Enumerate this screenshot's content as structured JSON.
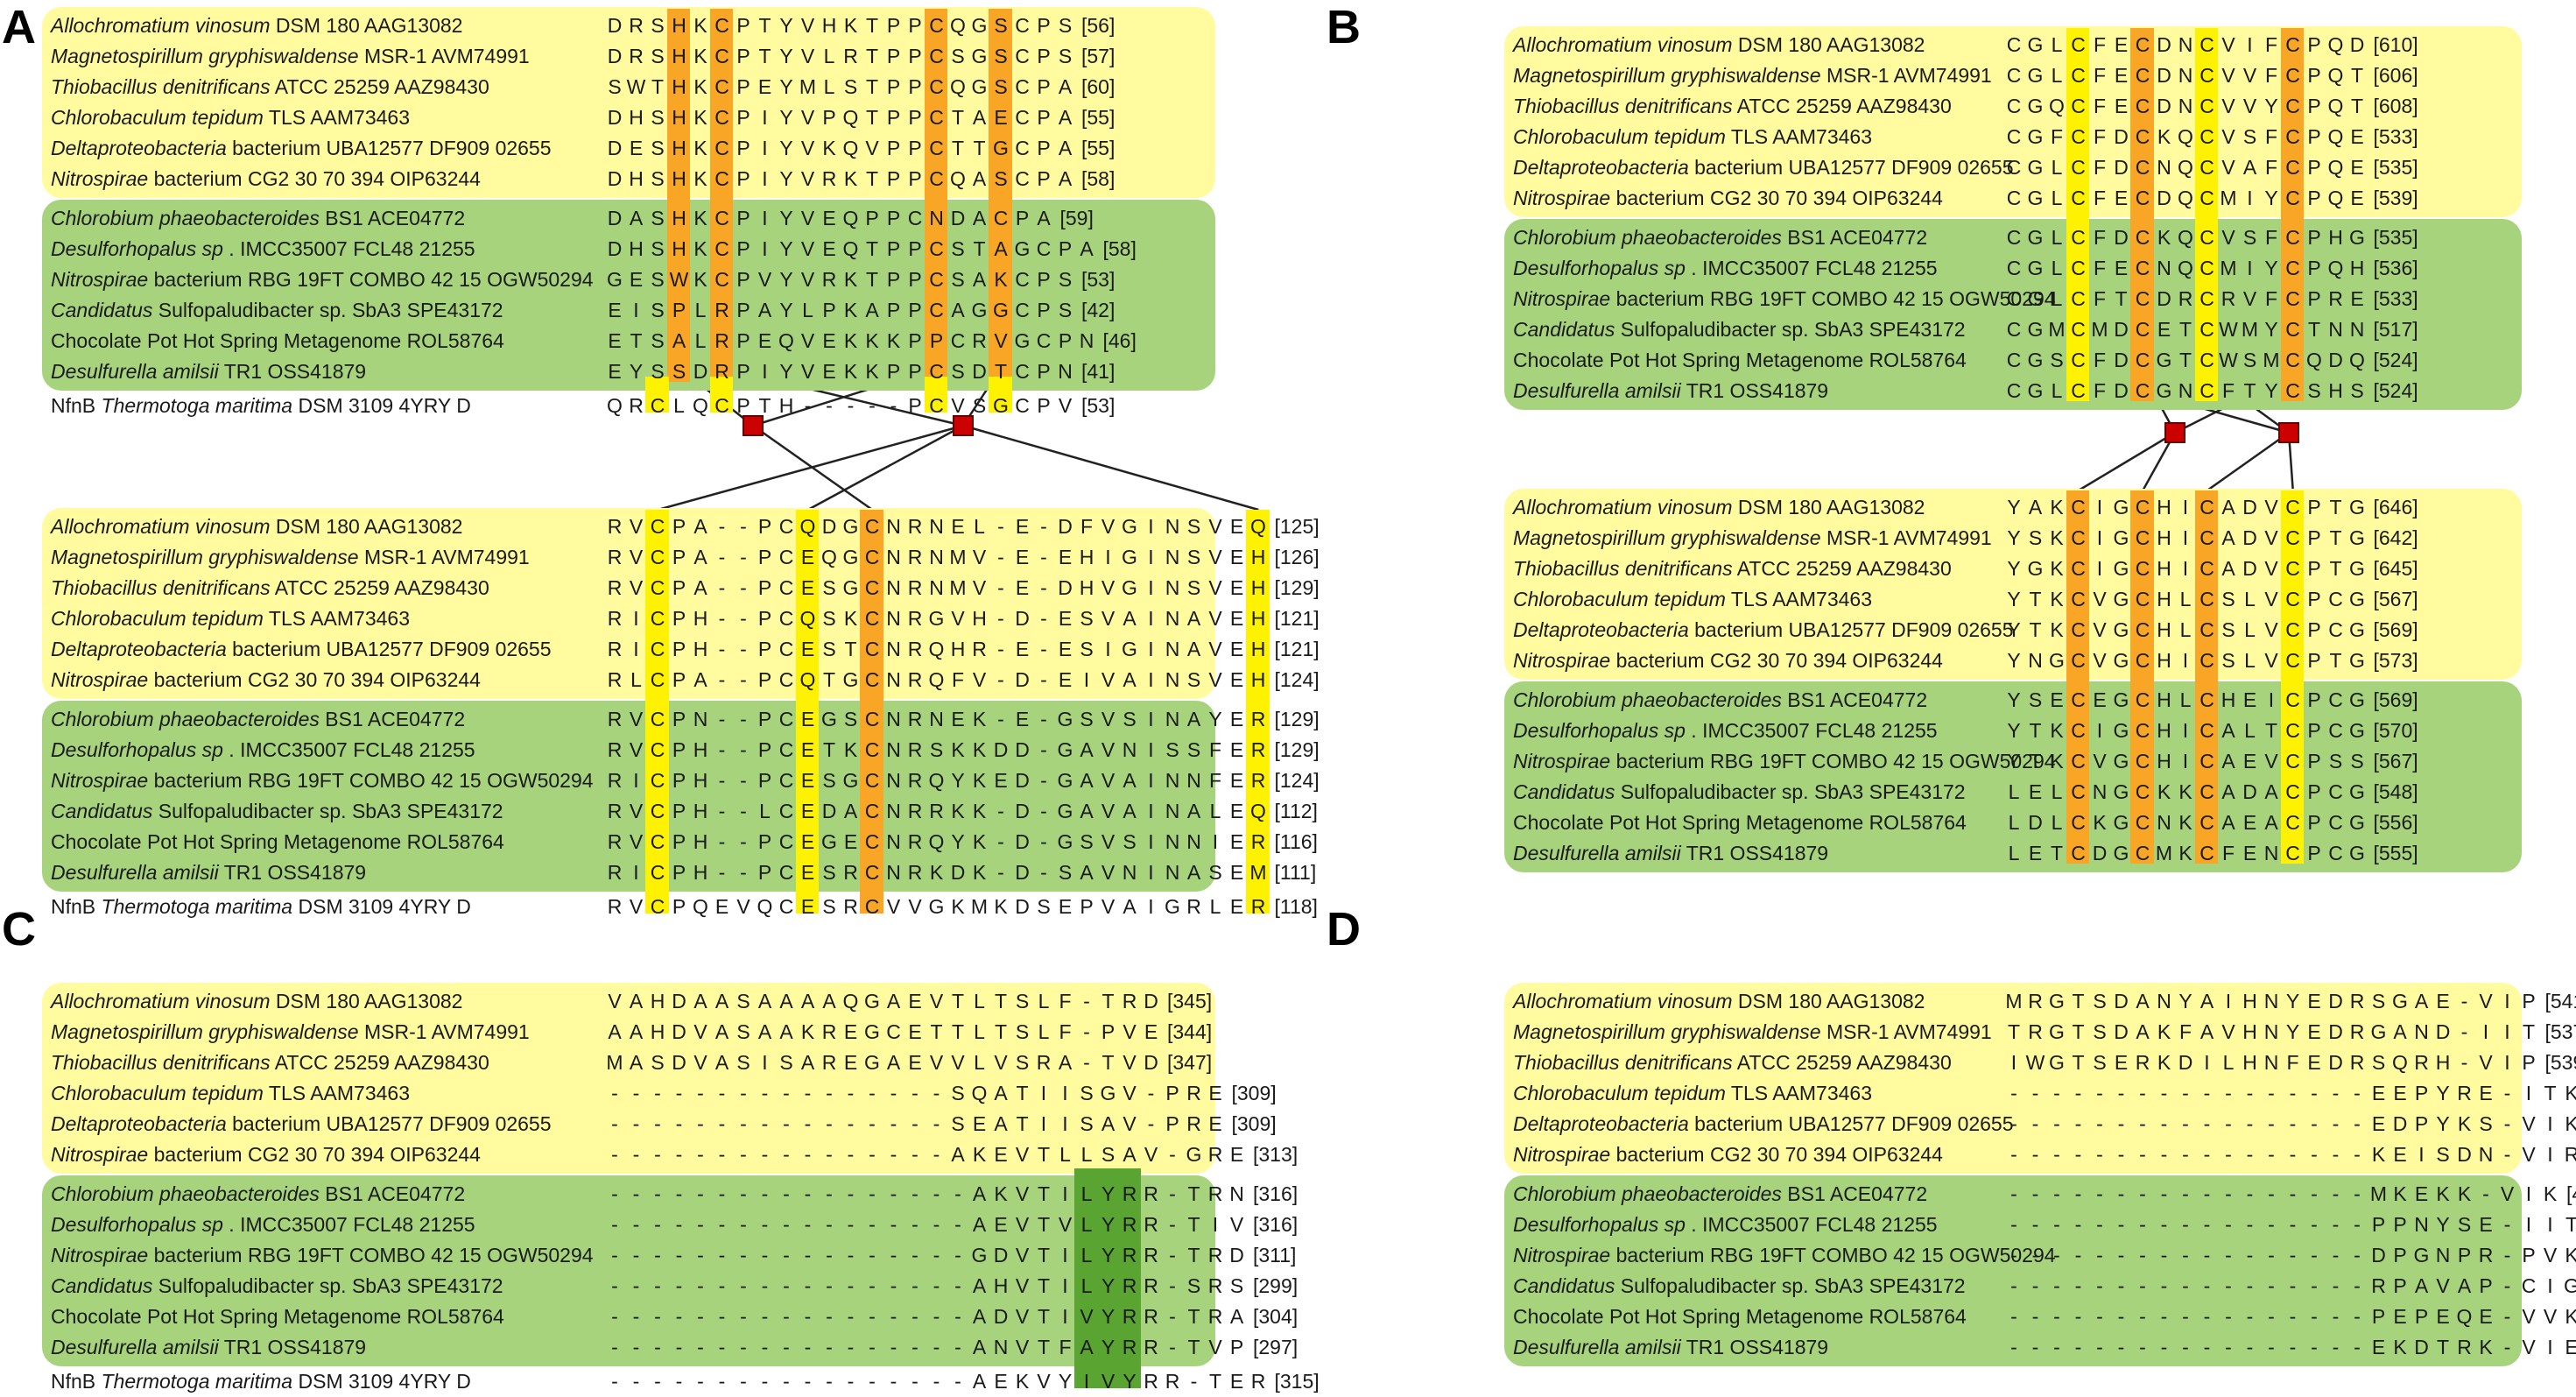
{
  "species_rows": [
    {
      "italic": "Allochromatium vinosum",
      "rest": "DSM 180 AAG13082"
    },
    {
      "italic": "Magnetospirillum gryphiswaldense",
      "rest": "MSR-1 AVM74991"
    },
    {
      "italic": "Thiobacillus denitrificans",
      "rest": "ATCC 25259 AAZ98430"
    },
    {
      "italic": "Chlorobaculum tepidum",
      "rest": "TLS AAM73463"
    },
    {
      "italic": "Deltaproteobacteria",
      "rest": "bacterium UBA12577 DF909 02655"
    },
    {
      "italic": "Nitrospirae",
      "rest": "bacterium CG2 30 70 394 OIP63244"
    },
    {
      "italic": "Chlorobium phaeobacteroides",
      "rest": "BS1 ACE04772"
    },
    {
      "italic": "Desulforhopalus sp",
      "rest": ". IMCC35007 FCL48 21255"
    },
    {
      "italic": "Nitrospirae",
      "rest": "bacterium RBG 19FT COMBO 42 15 OGW50294"
    },
    {
      "italic": "Candidatus",
      "rest": "Sulfopaludibacter sp. SbA3 SPE43172"
    },
    {
      "italic": "",
      "rest": "Chocolate Pot Hot Spring Metagenome ROL58764"
    },
    {
      "italic": "Desulfurella amilsii",
      "rest": "TR1 OSS41879"
    },
    {
      "prefix": "NfnB ",
      "italic": "Thermotoga maritima",
      "rest": "DSM 3109 4YRY D"
    }
  ],
  "colors": {
    "yellow_group": "#fffb9e",
    "green_group": "#a7d37c",
    "orange_hl": "#f9a526",
    "yellow_hl": "#fff200",
    "green_hl": "#5aa531",
    "node": "#cc0000"
  },
  "panels": [
    {
      "label": "A",
      "blocks": [
        {
          "seqs": [
            "DRSHKCPTYVHKTPPCQGSCPS",
            "DRSHKCPTYVLRTPPCSGSCPS",
            "SWTHKCPEYMLSTPPCQGSCPA",
            "DHSHKCPIYVPQTPPCTAECPA",
            "DESHKCPIYVKQVPPCTTGCPA",
            "DHSHKCPIYVRKTPPCQASCPA",
            "DASHKCPIYVEQPPCNDACPA",
            "DHSHKCPIYVEQTPPCSTAGCPA",
            "GESWKCPVYVRKTPPCSAKCPS",
            "EISPLRPAYLPKAPPCAGGCPS",
            "ETSALRPEQVEKKKPPCRVGCPN",
            "EYSSDRPIYVEKKPPCSDTCPN",
            "QRCLQCPTH-----PCVSGCPV"
          ],
          "nums": [
            "[56]",
            "[57]",
            "[60]",
            "[55]",
            "[55]",
            "[58]",
            "[59]",
            "[58]",
            "[53]",
            "[42]",
            "[46]",
            "[41]",
            "[53]"
          ]
        },
        {
          "seqs": [
            "RVCPA--PCQDGCNRNEL-E-DFVGINSVEQ",
            "RVCPA--PCEQGCNRNMV-E-EHIGINSVEH",
            "RVCPA--PCESGCNRNMV-E-DHVGINSVEH",
            "RICPH--PCQSKCNRGVH-D-ESVAINAVEH",
            "RICPH--PCESTCNRQHR-E-ESIGINAVEH",
            "RLCPA--PCQTGCNRQFV-D-EIVAINSVEH",
            "RVCPN--PCEGSCNRNEK-E-GSVSINAYER",
            "RVCPH--PCETKCNRSKKDD-GAVNISSFER",
            "RICPH--PCESGCNRQYKED-GAVAINNFER",
            "RVCPH--LCEDACNRRKK-D-GAVAINALEQ",
            "RVCPH--PCEGECNRQYK-D-GSVSINNIER",
            "RICPH--PCESRCNRKDK-D-SAVNINASEM",
            "RVCPQEVQCESRCVVGKMKDSEPVAIGRLER"
          ],
          "nums": [
            "[125]",
            "[126]",
            "[129]",
            "[121]",
            "[121]",
            "[124]",
            "[129]",
            "[129]",
            "[124]",
            "[112]",
            "[116]",
            "[111]",
            "[118]"
          ]
        }
      ]
    },
    {
      "label": "B",
      "blocks": [
        {
          "seqs": [
            "CGLCFECDNCVIFCPQD",
            "CGLCFECDNCVVFCPQT",
            "CGQCFECDNCVVYCPQT",
            "CGFCFDCKQCVSFCPQE",
            "CGLCFDCNQCVAFCPQE",
            "CGLCFECDQCMIYCPQE",
            "CGLCFDCKQCVSFCPHG",
            "CGLCFECNQCMIYCPQH",
            "CGLCFTCDRCRVFCPRE",
            "CGMCMDCETCWMYCTNN",
            "CGSCFDCGTCWSMCQDQ",
            "CGLCFDCGNCFTYCSHS"
          ],
          "nums": [
            "[610]",
            "[606]",
            "[608]",
            "[533]",
            "[535]",
            "[539]",
            "[535]",
            "[536]",
            "[533]",
            "[517]",
            "[524]",
            "[524]"
          ]
        },
        {
          "seqs": [
            "YAKCIGCHICADVCPTG",
            "YSKCIGCHICADVCPTG",
            "YGKCIGCHICADVCPTG",
            "YTKCVGCHLCSLVCPCG",
            "YTKCVGCHLCSLVCPCG",
            "YNGCVGCHICSLVCPTG",
            "YSECEGCHLCHEICPCG",
            "YTKCIGCHICALTCPCG",
            "YTKCVGCHICAEVCPSS",
            "LELCNGCKKCADACPCG",
            "LDLCKGCNKCAEACPCG",
            "LETCDGCMKCFENCPCG"
          ],
          "nums": [
            "[646]",
            "[642]",
            "[645]",
            "[567]",
            "[569]",
            "[573]",
            "[569]",
            "[570]",
            "[567]",
            "[548]",
            "[556]",
            "[555]"
          ]
        }
      ]
    },
    {
      "label": "C",
      "blocks": [
        {
          "seqs": [
            "VAHDAASAAAAQGAEVTLTSLF-TRD",
            "AAHDVASAAKREGCETTLTSLF-PVE",
            "MASDVASISAREGAEVVLVSRA-TVD",
            "----------------SQATIISGV-PRE",
            "----------------SEATIISAV-PRE",
            "----------------AKEVTLLSAV-GRE",
            "-----------------AKVTILYRR-TRN",
            "-----------------AEVTVLYRR-TIV",
            "-----------------GDVTILYRR-TRD",
            "-----------------AHVTILYRR-SRS",
            "-----------------ADVTIVYRR-TRA",
            "-----------------ANVTFAYRR-TVP",
            "-----------------AEKVYIVYRR-TER"
          ],
          "nums": [
            "[345]",
            "[344]",
            "[347]",
            "[309]",
            "[309]",
            "[313]",
            "[316]",
            "[316]",
            "[311]",
            "[299]",
            "[304]",
            "[297]",
            "[315]"
          ]
        }
      ]
    },
    {
      "label": "D",
      "blocks": [
        {
          "seqs": [
            "MRGTSDANYAIHNYEDRSGAE-VIP",
            "TRGTSDAKFAVHNYEDRGAND-IIT",
            "IWGTSERKDILHNFEDRSQRH-VIP",
            "-----------------EEPYRE-ITK",
            "-----------------EDPYKS-VIK",
            "-----------------KEISDN-VIR",
            "-----------------MKEKK-VIK",
            "-----------------PPNYSE-IIT",
            "-----------------DPGNPR-PVK",
            "-----------------RPAVAP-CIG",
            "-----------------PEPEQE-VVK",
            "-----------------EKDTRK-VIE"
          ],
          "nums": [
            "[541]",
            "[537]",
            "[539]",
            "[466]",
            "[468]",
            "[472]",
            "[466]",
            "[467]",
            "[466]",
            "[451]",
            "[456]",
            "[457]"
          ]
        }
      ]
    }
  ]
}
